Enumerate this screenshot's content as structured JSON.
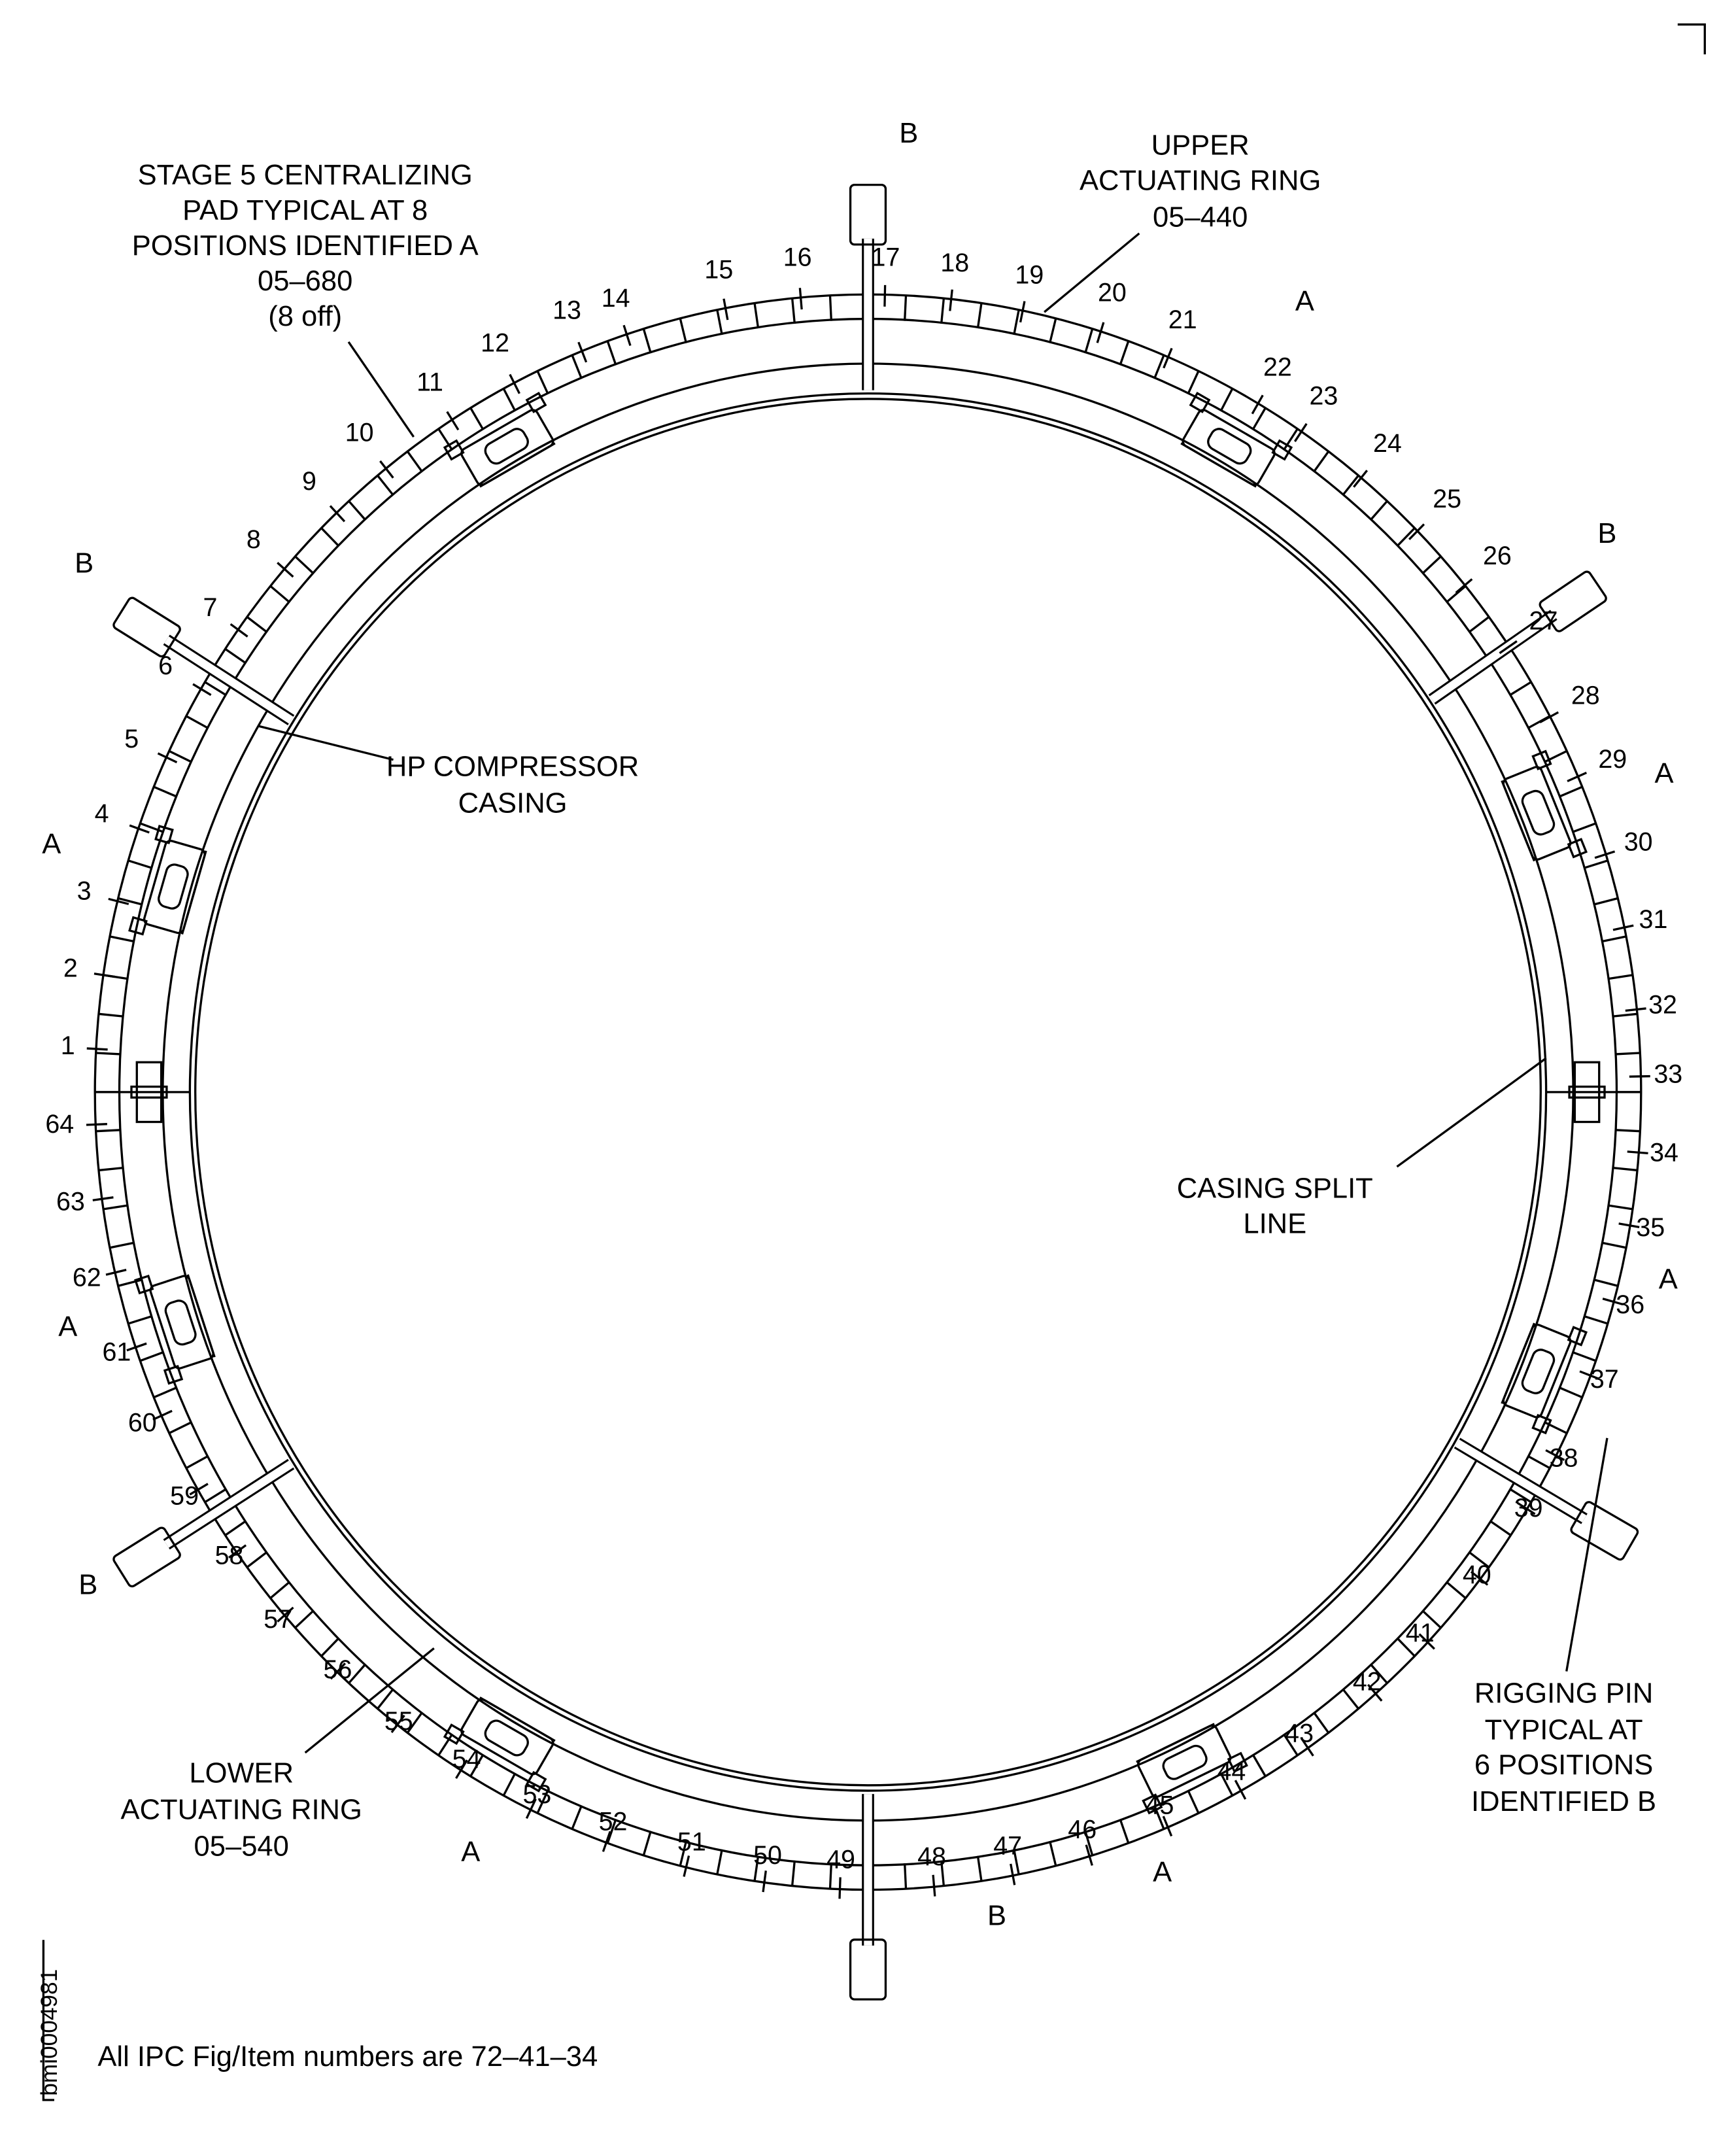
{
  "stage5_pad": {
    "lines": [
      "STAGE 5 CENTRALIZING",
      "PAD TYPICAL AT 8",
      "POSITIONS IDENTIFIED A",
      "05–680",
      "(8 off)"
    ]
  },
  "upper_ring": {
    "lines": [
      "UPPER",
      "ACTUATING RING",
      "05–440"
    ]
  },
  "hp_casing": {
    "lines": [
      "HP COMPRESSOR",
      "CASING"
    ]
  },
  "split_line": {
    "lines": [
      "CASING SPLIT",
      "LINE"
    ]
  },
  "rigging_pin": {
    "lines": [
      "RIGGING PIN",
      "TYPICAL AT",
      "6 POSITIONS",
      "IDENTIFIED B"
    ]
  },
  "lower_ring": {
    "lines": [
      "LOWER",
      "ACTUATING RING",
      "05–540"
    ]
  },
  "marker_a": "A",
  "marker_b": "B",
  "item_numbers": [
    "1",
    "2",
    "3",
    "4",
    "5",
    "6",
    "7",
    "8",
    "9",
    "10",
    "11",
    "12",
    "13",
    "14",
    "15",
    "16",
    "17",
    "18",
    "19",
    "20",
    "21",
    "22",
    "23",
    "24",
    "25",
    "26",
    "27",
    "28",
    "29",
    "30",
    "31",
    "32",
    "33",
    "34",
    "35",
    "36",
    "37",
    "38",
    "39",
    "40",
    "41",
    "42",
    "43",
    "44",
    "45",
    "46",
    "47",
    "48",
    "49",
    "50",
    "51",
    "52",
    "53",
    "54",
    "55",
    "56",
    "57",
    "58",
    "59",
    "60",
    "61",
    "62",
    "63",
    "64"
  ],
  "footer_note": "All IPC Fig/Item numbers are 72–41–34",
  "drawing_id": "bmi0004981"
}
